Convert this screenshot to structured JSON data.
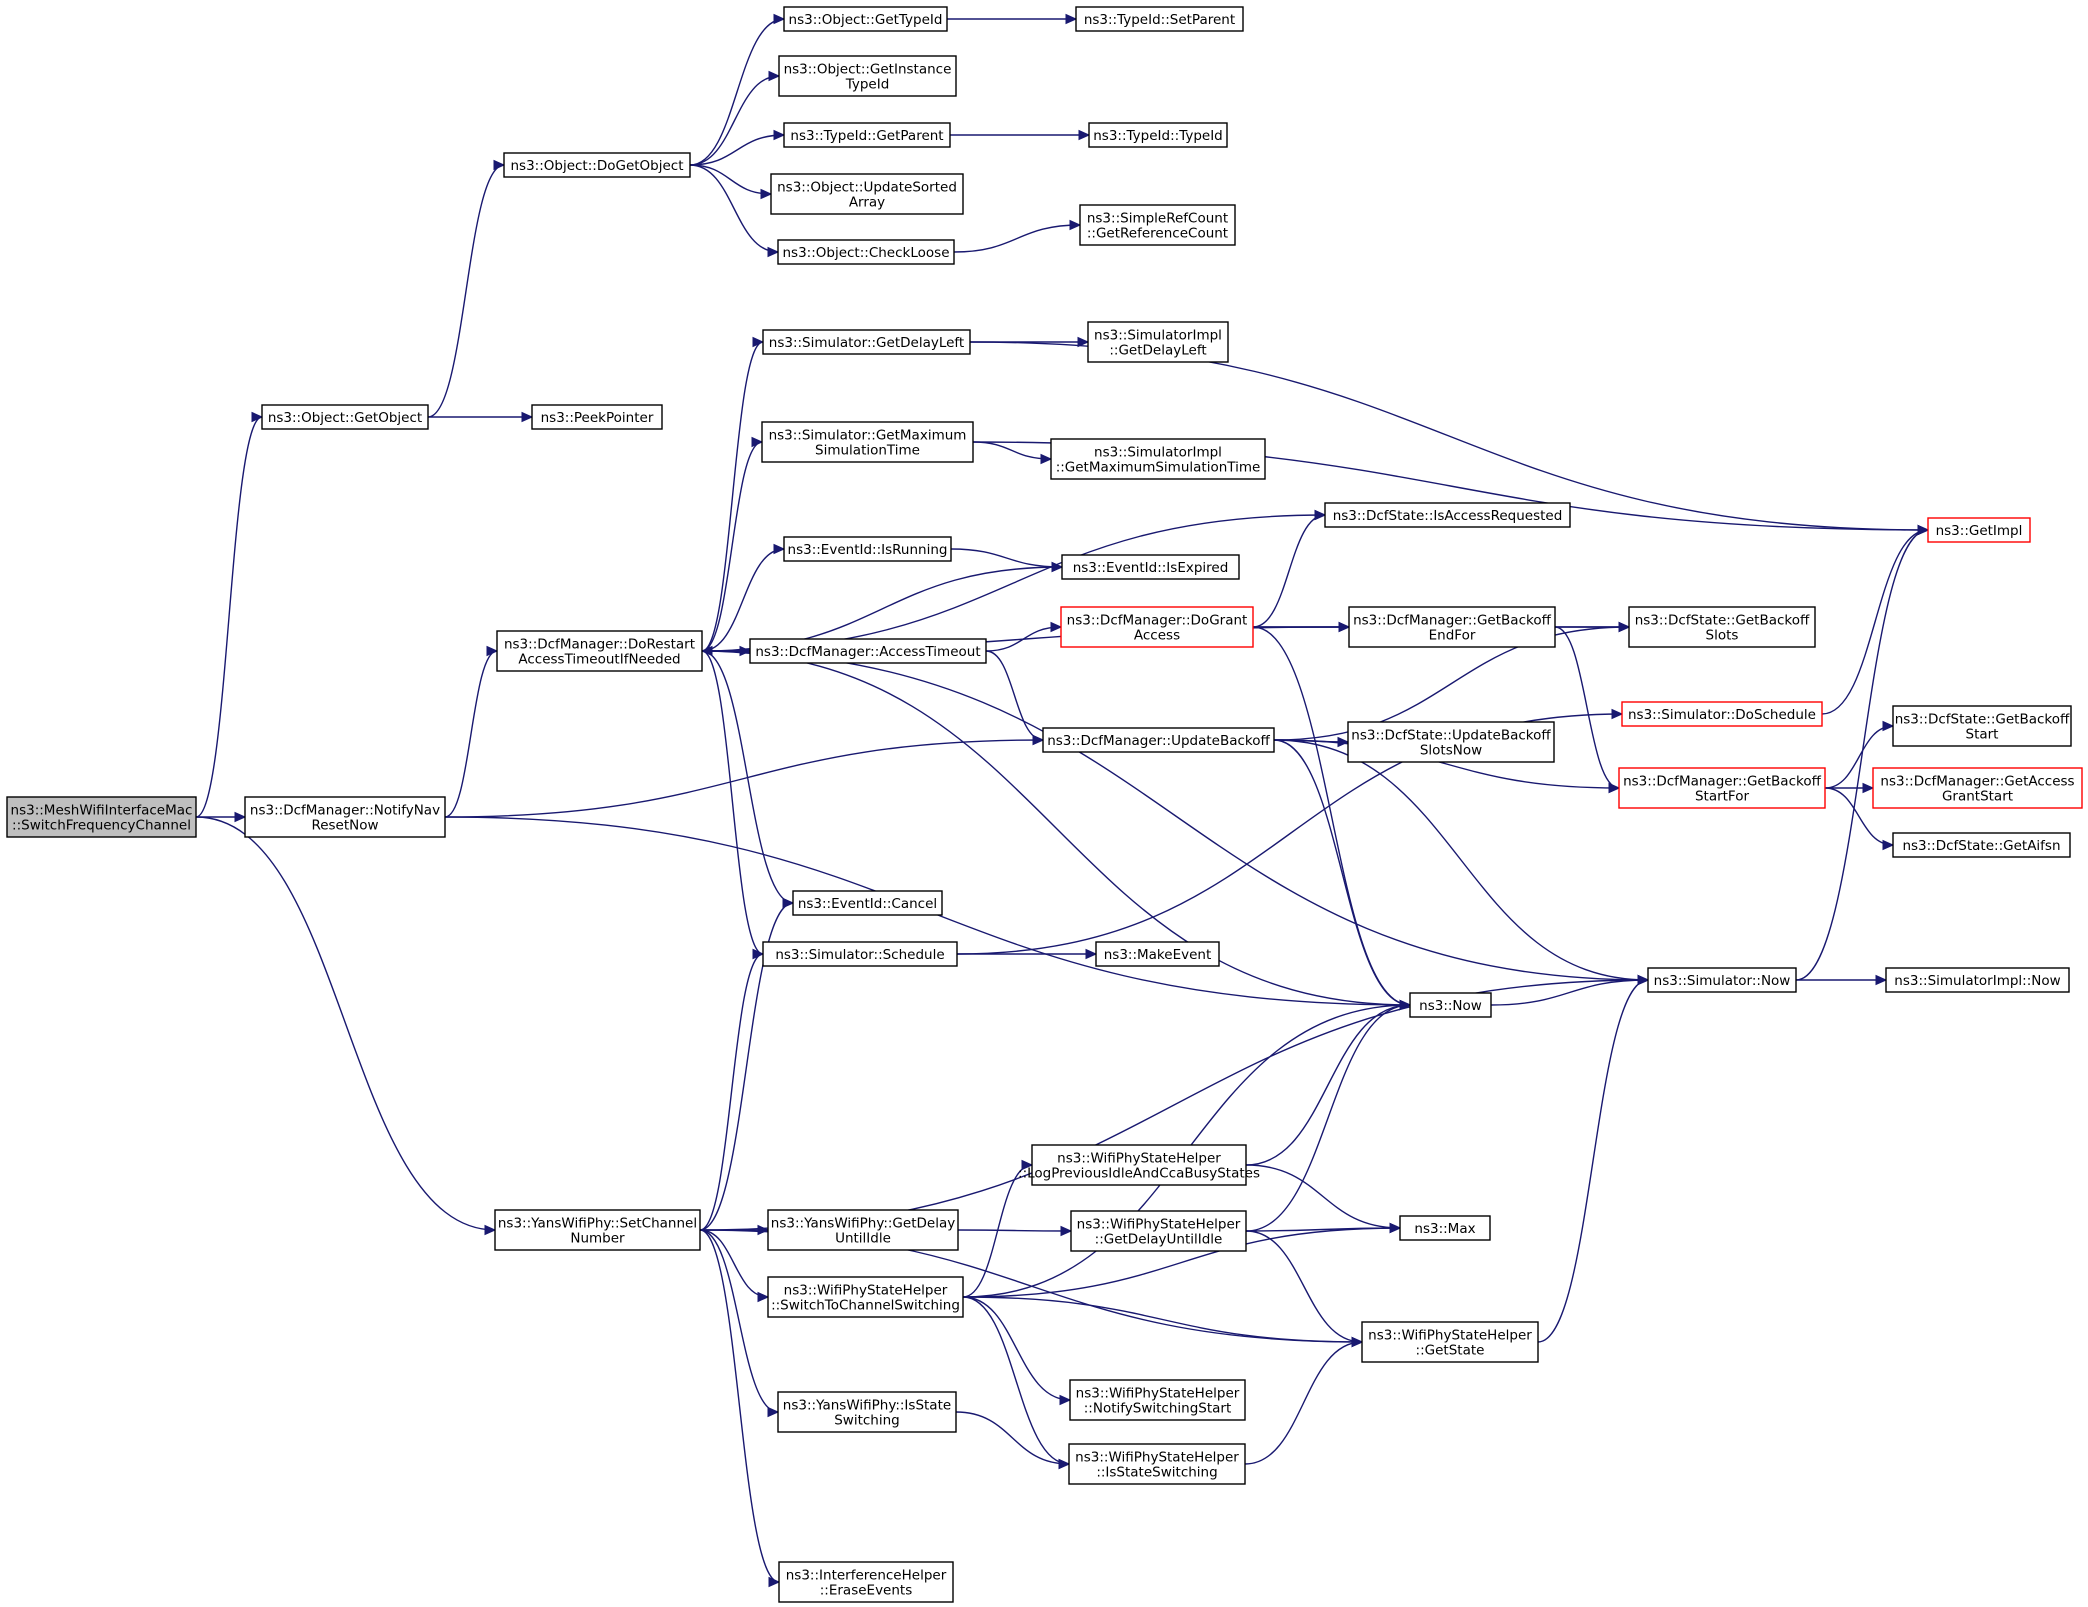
{
  "nodes": [
    {
      "id": "root",
      "lines": [
        "ns3::MeshWifiInterfaceMac",
        "::SwitchFrequencyChannel"
      ],
      "style": "root"
    },
    {
      "id": "getObject",
      "lines": [
        "ns3::Object::GetObject"
      ]
    },
    {
      "id": "notifyNav",
      "lines": [
        "ns3::DcfManager::NotifyNav",
        "ResetNow"
      ]
    },
    {
      "id": "setChannel",
      "lines": [
        "ns3::YansWifiPhy::SetChannel",
        "Number"
      ]
    },
    {
      "id": "doGetObject",
      "lines": [
        "ns3::Object::DoGetObject"
      ]
    },
    {
      "id": "peekPointer",
      "lines": [
        "ns3::PeekPointer"
      ]
    },
    {
      "id": "objGetTypeId",
      "lines": [
        "ns3::Object::GetTypeId"
      ]
    },
    {
      "id": "objGetInstance",
      "lines": [
        "ns3::Object::GetInstance",
        "TypeId"
      ]
    },
    {
      "id": "typeIdGetParent",
      "lines": [
        "ns3::TypeId::GetParent"
      ]
    },
    {
      "id": "objUpdateSorted",
      "lines": [
        "ns3::Object::UpdateSorted",
        "Array"
      ]
    },
    {
      "id": "objCheckLoose",
      "lines": [
        "ns3::Object::CheckLoose"
      ]
    },
    {
      "id": "typeIdSetParent",
      "lines": [
        "ns3::TypeId::SetParent"
      ]
    },
    {
      "id": "typeIdTypeId",
      "lines": [
        "ns3::TypeId::TypeId"
      ]
    },
    {
      "id": "simpleRefCount",
      "lines": [
        "ns3::SimpleRefCount",
        "::GetReferenceCount"
      ]
    },
    {
      "id": "doRestart",
      "lines": [
        "ns3::DcfManager::DoRestart",
        "AccessTimeoutIfNeeded"
      ]
    },
    {
      "id": "simGetDelayLeft",
      "lines": [
        "ns3::Simulator::GetDelayLeft"
      ]
    },
    {
      "id": "simImplGetDelayLeft",
      "lines": [
        "ns3::SimulatorImpl",
        "::GetDelayLeft"
      ]
    },
    {
      "id": "simGetMaxSim",
      "lines": [
        "ns3::Simulator::GetMaximum",
        "SimulationTime"
      ]
    },
    {
      "id": "simImplGetMaxSim",
      "lines": [
        "ns3::SimulatorImpl",
        "::GetMaximumSimulationTime"
      ]
    },
    {
      "id": "getImpl",
      "lines": [
        "ns3::GetImpl"
      ],
      "style": "red"
    },
    {
      "id": "isAccessRequested",
      "lines": [
        "ns3::DcfState::IsAccessRequested"
      ]
    },
    {
      "id": "eventIsRunning",
      "lines": [
        "ns3::EventId::IsRunning"
      ]
    },
    {
      "id": "eventIsExpired",
      "lines": [
        "ns3::EventId::IsExpired"
      ]
    },
    {
      "id": "accessTimeout",
      "lines": [
        "ns3::DcfManager::AccessTimeout"
      ]
    },
    {
      "id": "doGrantAccess",
      "lines": [
        "ns3::DcfManager::DoGrant",
        "Access"
      ],
      "style": "red"
    },
    {
      "id": "getBackoffEndFor",
      "lines": [
        "ns3::DcfManager::GetBackoff",
        "EndFor"
      ]
    },
    {
      "id": "stateGetBackoffSlots",
      "lines": [
        "ns3::DcfState::GetBackoff",
        "Slots"
      ]
    },
    {
      "id": "simDoSchedule",
      "lines": [
        "ns3::Simulator::DoSchedule"
      ],
      "style": "red"
    },
    {
      "id": "updateBackoff",
      "lines": [
        "ns3::DcfManager::UpdateBackoff"
      ]
    },
    {
      "id": "stateUpdateBackoffSlotsNow",
      "lines": [
        "ns3::DcfState::UpdateBackoff",
        "SlotsNow"
      ]
    },
    {
      "id": "getBackoffStartFor",
      "lines": [
        "ns3::DcfManager::GetBackoff",
        "StartFor"
      ],
      "style": "red"
    },
    {
      "id": "stateGetBackoffStart",
      "lines": [
        "ns3::DcfState::GetBackoff",
        "Start"
      ]
    },
    {
      "id": "getAccessGrantStart",
      "lines": [
        "ns3::DcfManager::GetAccess",
        "GrantStart"
      ],
      "style": "red"
    },
    {
      "id": "stateGetAifsn",
      "lines": [
        "ns3::DcfState::GetAifsn"
      ]
    },
    {
      "id": "eventCancel",
      "lines": [
        "ns3::EventId::Cancel"
      ]
    },
    {
      "id": "simSchedule",
      "lines": [
        "ns3::Simulator::Schedule"
      ]
    },
    {
      "id": "makeEvent",
      "lines": [
        "ns3::MakeEvent"
      ]
    },
    {
      "id": "now",
      "lines": [
        "ns3::Now"
      ]
    },
    {
      "id": "simNow",
      "lines": [
        "ns3::Simulator::Now"
      ]
    },
    {
      "id": "simImplNow",
      "lines": [
        "ns3::SimulatorImpl::Now"
      ]
    },
    {
      "id": "logPrevIdle",
      "lines": [
        "ns3::WifiPhyStateHelper",
        "::LogPreviousIdleAndCcaBusyStates"
      ]
    },
    {
      "id": "yansGetDelay",
      "lines": [
        "ns3::YansWifiPhy::GetDelay",
        "UntilIdle"
      ]
    },
    {
      "id": "helperGetDelay",
      "lines": [
        "ns3::WifiPhyStateHelper",
        "::GetDelayUntilIdle"
      ]
    },
    {
      "id": "max",
      "lines": [
        "ns3::Max"
      ]
    },
    {
      "id": "switchToChannel",
      "lines": [
        "ns3::WifiPhyStateHelper",
        "::SwitchToChannelSwitching"
      ]
    },
    {
      "id": "helperGetState",
      "lines": [
        "ns3::WifiPhyStateHelper",
        "::GetState"
      ]
    },
    {
      "id": "notifySwitching",
      "lines": [
        "ns3::WifiPhyStateHelper",
        "::NotifySwitchingStart"
      ]
    },
    {
      "id": "yansIsStateSwitching",
      "lines": [
        "ns3::YansWifiPhy::IsState",
        "Switching"
      ]
    },
    {
      "id": "helperIsStateSwitching",
      "lines": [
        "ns3::WifiPhyStateHelper",
        "::IsStateSwitching"
      ]
    },
    {
      "id": "eraseEvents",
      "lines": [
        "ns3::InterferenceHelper",
        "::EraseEvents"
      ]
    }
  ],
  "edges": [
    [
      "root",
      "getObject"
    ],
    [
      "root",
      "notifyNav"
    ],
    [
      "root",
      "setChannel"
    ],
    [
      "getObject",
      "doGetObject"
    ],
    [
      "getObject",
      "peekPointer"
    ],
    [
      "doGetObject",
      "objGetTypeId"
    ],
    [
      "doGetObject",
      "objGetInstance"
    ],
    [
      "doGetObject",
      "typeIdGetParent"
    ],
    [
      "doGetObject",
      "objUpdateSorted"
    ],
    [
      "doGetObject",
      "objCheckLoose"
    ],
    [
      "objGetTypeId",
      "typeIdSetParent"
    ],
    [
      "typeIdGetParent",
      "typeIdTypeId"
    ],
    [
      "objCheckLoose",
      "simpleRefCount"
    ],
    [
      "notifyNav",
      "doRestart"
    ],
    [
      "notifyNav",
      "updateBackoff"
    ],
    [
      "notifyNav",
      "now"
    ],
    [
      "doRestart",
      "simGetDelayLeft"
    ],
    [
      "doRestart",
      "simGetMaxSim"
    ],
    [
      "doRestart",
      "isAccessRequested"
    ],
    [
      "doRestart",
      "eventIsRunning"
    ],
    [
      "doRestart",
      "eventIsExpired"
    ],
    [
      "doRestart",
      "accessTimeout"
    ],
    [
      "doRestart",
      "getBackoffEndFor"
    ],
    [
      "doRestart",
      "eventCancel"
    ],
    [
      "doRestart",
      "simSchedule"
    ],
    [
      "doRestart",
      "now"
    ],
    [
      "doRestart",
      "simNow"
    ],
    [
      "simGetDelayLeft",
      "simImplGetDelayLeft"
    ],
    [
      "simGetDelayLeft",
      "getImpl"
    ],
    [
      "simGetMaxSim",
      "simImplGetMaxSim"
    ],
    [
      "simGetMaxSim",
      "getImpl"
    ],
    [
      "eventIsRunning",
      "eventIsExpired"
    ],
    [
      "accessTimeout",
      "doRestart"
    ],
    [
      "accessTimeout",
      "doGrantAccess"
    ],
    [
      "accessTimeout",
      "updateBackoff"
    ],
    [
      "doGrantAccess",
      "isAccessRequested"
    ],
    [
      "doGrantAccess",
      "getBackoffEndFor"
    ],
    [
      "doGrantAccess",
      "stateGetBackoffSlots"
    ],
    [
      "doGrantAccess",
      "now"
    ],
    [
      "getBackoffEndFor",
      "stateGetBackoffSlots"
    ],
    [
      "getBackoffEndFor",
      "getBackoffStartFor"
    ],
    [
      "simDoSchedule",
      "getImpl"
    ],
    [
      "updateBackoff",
      "stateGetBackoffSlots"
    ],
    [
      "updateBackoff",
      "stateUpdateBackoffSlotsNow"
    ],
    [
      "updateBackoff",
      "getBackoffStartFor"
    ],
    [
      "updateBackoff",
      "now"
    ],
    [
      "updateBackoff",
      "simNow"
    ],
    [
      "getBackoffStartFor",
      "stateGetBackoffStart"
    ],
    [
      "getBackoffStartFor",
      "getAccessGrantStart"
    ],
    [
      "getBackoffStartFor",
      "stateGetAifsn"
    ],
    [
      "simSchedule",
      "makeEvent"
    ],
    [
      "simSchedule",
      "simDoSchedule"
    ],
    [
      "now",
      "simNow"
    ],
    [
      "simNow",
      "simImplNow"
    ],
    [
      "simNow",
      "getImpl"
    ],
    [
      "setChannel",
      "eventCancel"
    ],
    [
      "setChannel",
      "simSchedule"
    ],
    [
      "setChannel",
      "simNow"
    ],
    [
      "setChannel",
      "yansGetDelay"
    ],
    [
      "setChannel",
      "switchToChannel"
    ],
    [
      "setChannel",
      "yansIsStateSwitching"
    ],
    [
      "setChannel",
      "helperGetState"
    ],
    [
      "setChannel",
      "eraseEvents"
    ],
    [
      "yansGetDelay",
      "helperGetDelay"
    ],
    [
      "helperGetDelay",
      "now"
    ],
    [
      "helperGetDelay",
      "max"
    ],
    [
      "helperGetDelay",
      "helperGetState"
    ],
    [
      "logPrevIdle",
      "now"
    ],
    [
      "logPrevIdle",
      "max"
    ],
    [
      "switchToChannel",
      "logPrevIdle"
    ],
    [
      "switchToChannel",
      "now"
    ],
    [
      "switchToChannel",
      "max"
    ],
    [
      "switchToChannel",
      "helperGetState"
    ],
    [
      "switchToChannel",
      "notifySwitching"
    ],
    [
      "switchToChannel",
      "helperIsStateSwitching"
    ],
    [
      "yansIsStateSwitching",
      "helperIsStateSwitching"
    ],
    [
      "helperIsStateSwitching",
      "helperGetState"
    ],
    [
      "helperGetState",
      "simNow"
    ]
  ]
}
